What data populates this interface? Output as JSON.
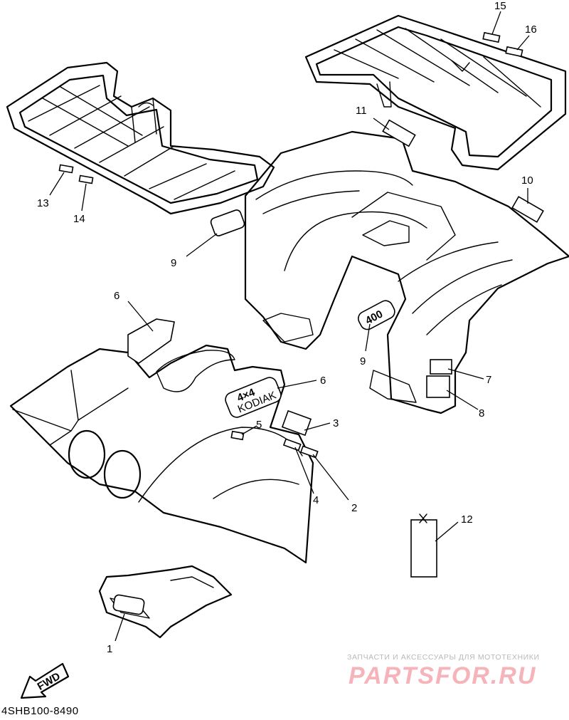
{
  "diagram_code": "4SHB100-8490",
  "fwd_label": "FWD",
  "watermark": {
    "caption": "ЗАПЧАСТИ И АКСЕССУАРЫ ДЛЯ МОТОТЕХНИКИ",
    "brand": "PARTSFOR.RU"
  },
  "decal_text": {
    "badge_4x4": "4×4",
    "kodiak": "KODIAK",
    "model_400": "400"
  },
  "callouts": {
    "c1": "1",
    "c2": "2",
    "c3": "3",
    "c4": "4",
    "c5": "5",
    "c6a": "6",
    "c6b": "6",
    "c7": "7",
    "c8": "8",
    "c9a": "9",
    "c9b": "9",
    "c10": "10",
    "c11": "11",
    "c12": "12",
    "c13": "13",
    "c14": "14",
    "c15": "15",
    "c16": "16"
  }
}
